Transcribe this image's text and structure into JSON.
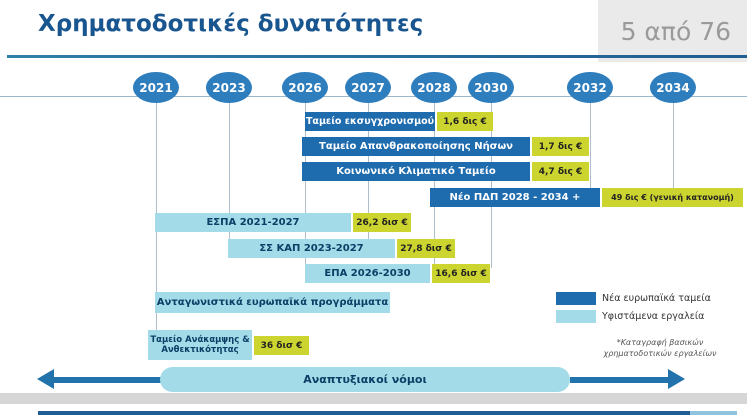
{
  "page": {
    "title": "Χρηματοδοτικές δυνατότητες",
    "counter": "5 από 76"
  },
  "timeline": {
    "years": [
      "2021",
      "2023",
      "2026",
      "2027",
      "2028",
      "2030",
      "2032",
      "2034"
    ]
  },
  "bars": [
    {
      "label": "Ταμείο εκσυγχρονισμού",
      "value": "1,6 δις €",
      "type": "new-eu-fund"
    },
    {
      "label": "Ταμείο Απανθρακοποίησης Νήσων",
      "value": "1,7 δις €",
      "type": "new-eu-fund"
    },
    {
      "label": "Κοινωνικό Κλιματικό Ταμείο",
      "value": "4,7 δις €",
      "type": "new-eu-fund"
    },
    {
      "label": "Νέο ΠΔΠ 2028 - 2034 +",
      "value": "49 δις € (γενική κατανομή)",
      "type": "new-eu-fund"
    },
    {
      "label": "ΕΣΠΑ 2021-2027",
      "value": "26,2 δισ €",
      "type": "existing-tool"
    },
    {
      "label": "ΣΣ ΚΑΠ 2023-2027",
      "value": "27,8 δισ €",
      "type": "existing-tool"
    },
    {
      "label": "ΕΠΑ 2026-2030",
      "value": "16,6 δισ €",
      "type": "existing-tool"
    },
    {
      "label": "Ανταγωνιστικά ευρωπαϊκά προγράμματα",
      "value": "",
      "type": "existing-tool"
    },
    {
      "label": "Ταμείο Ανάκαμψης & Ανθεκτικότητας",
      "value": "36 δισ €",
      "type": "existing-tool"
    },
    {
      "label": "Αναπτυξιακοί νόμοι",
      "value": "",
      "type": "existing-tool"
    }
  ],
  "legend": {
    "items": [
      {
        "label": "Νέα ευρωπαϊκά ταμεία",
        "color": "#1e6bae"
      },
      {
        "label": "Υφιστάμενα εργαλεία",
        "color": "#a3dbe8"
      }
    ],
    "footnote": "*Καταγραφή βασικών χρηματοδοτικών εργαλείων"
  },
  "colors": {
    "title": "#19568f",
    "new_eu_fund": "#1e6bae",
    "existing_tool": "#a3dbe8",
    "value_chip": "#ccd42f",
    "year_badge": "#2e7dbd",
    "arrow": "#2273ab"
  },
  "chart_data": {
    "type": "bar",
    "subtype": "gantt-timeline",
    "title": "Χρηματοδοτικές δυνατότητες",
    "x_axis": {
      "ticks": [
        2021,
        2023,
        2026,
        2027,
        2028,
        2030,
        2032,
        2034
      ]
    },
    "legend_position": "right",
    "series": [
      {
        "name": "Ταμείο εκσυγχρονισμού",
        "start": 2026,
        "end": 2028,
        "amount": "1,6 δις €",
        "category": "Νέα ευρωπαϊκά ταμεία"
      },
      {
        "name": "Ταμείο Απανθρακοποίησης Νήσων",
        "start": 2026,
        "end": 2030,
        "amount": "1,7 δις €",
        "category": "Νέα ευρωπαϊκά ταμεία"
      },
      {
        "name": "Κοινωνικό Κλιματικό Ταμείο",
        "start": 2026,
        "end": 2030,
        "amount": "4,7 δις €",
        "category": "Νέα ευρωπαϊκά ταμεία"
      },
      {
        "name": "Νέο ΠΔΠ 2028 - 2034 +",
        "start": 2028,
        "end": 2034,
        "amount": "49 δις € (γενική κατανομή)",
        "category": "Νέα ευρωπαϊκά ταμεία"
      },
      {
        "name": "ΕΣΠΑ 2021-2027",
        "start": 2021,
        "end": 2027,
        "amount": "26,2 δισ €",
        "category": "Υφιστάμενα εργαλεία"
      },
      {
        "name": "ΣΣ ΚΑΠ 2023-2027",
        "start": 2023,
        "end": 2027,
        "amount": "27,8 δισ €",
        "category": "Υφιστάμενα εργαλεία"
      },
      {
        "name": "ΕΠΑ 2026-2030",
        "start": 2026,
        "end": 2030,
        "amount": "16,6 δισ €",
        "category": "Υφιστάμενα εργαλεία"
      },
      {
        "name": "Ανταγωνιστικά ευρωπαϊκά προγράμματα",
        "start": 2021,
        "end": 2028,
        "amount": "",
        "category": "Υφιστάμενα εργαλεία"
      },
      {
        "name": "Ταμείο Ανάκαμψης & Ανθεκτικότητας",
        "start": 2021,
        "end": 2023,
        "amount": "36 δισ €",
        "category": "Υφιστάμενα εργαλεία"
      },
      {
        "name": "Αναπτυξιακοί νόμοι",
        "start": null,
        "end": null,
        "amount": "",
        "category": "Υφιστάμενα εργαλεία",
        "note": "continuous timeline, arrows both directions"
      }
    ]
  }
}
